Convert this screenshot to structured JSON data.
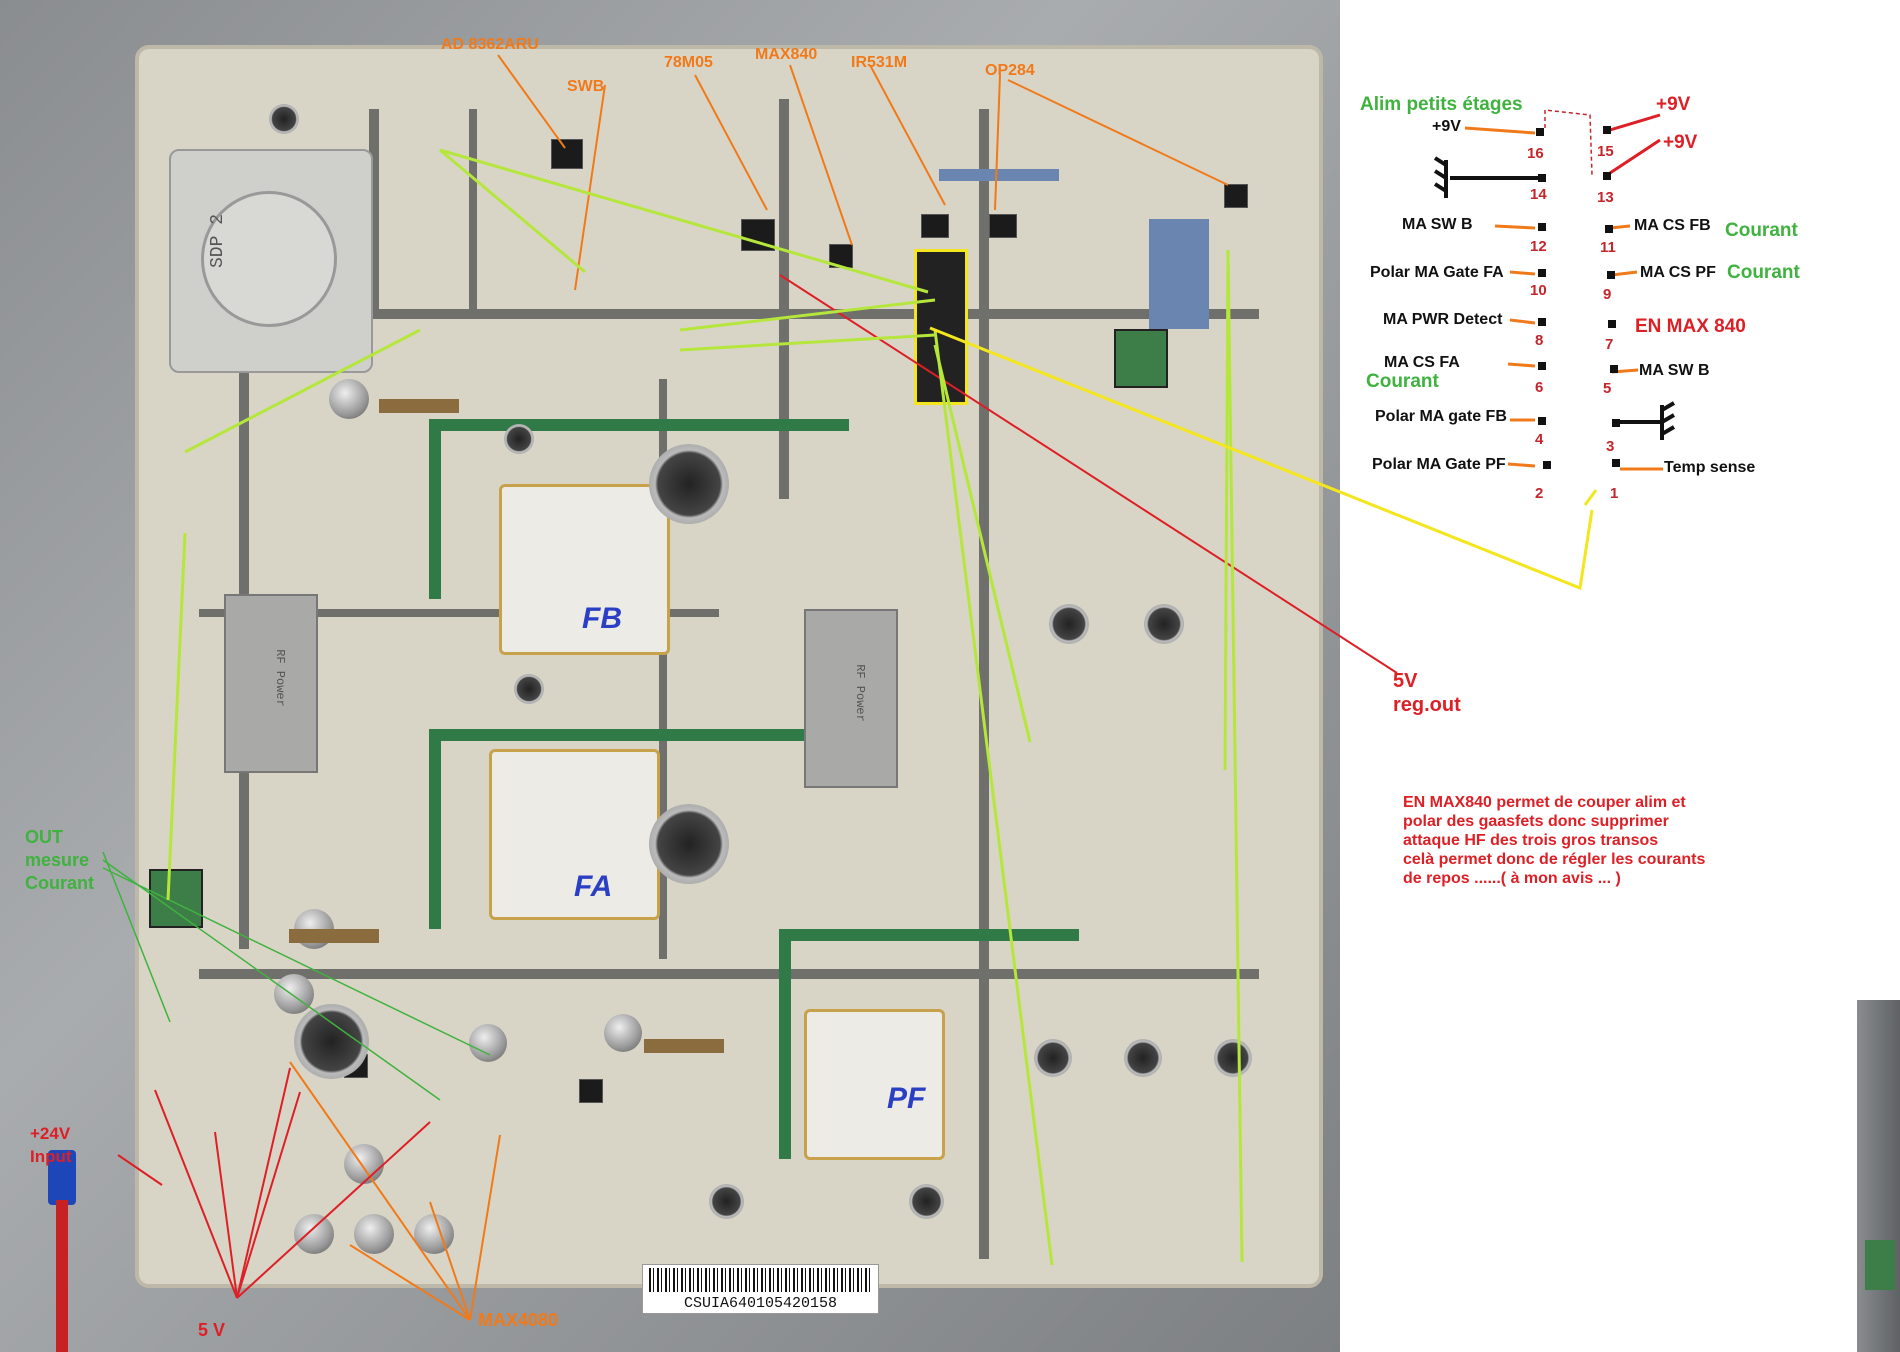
{
  "chip_labels": {
    "ad8362": "AD 8362ARU",
    "swb": "SWB",
    "m78m05": "78M05",
    "max840": "MAX840",
    "ir531m": "IR531M",
    "op284": "OP284"
  },
  "board_labels": {
    "out_mesure": "OUT\nmesure\nCourant",
    "input_24v": "+24V\nInput",
    "five_v": "5 V",
    "max4080": "MAX4080",
    "reg_out": "5V\nreg.out",
    "fb": "FB",
    "fa": "FA",
    "pf": "PF",
    "rf_power": "RF Power",
    "barcode": "CSUIA640105420158",
    "isolator": "SDP 2"
  },
  "connector": {
    "title": "Alim petits étages",
    "plus9v": "+9V",
    "plus9v_right_a": "+9V",
    "plus9v_right_b": "+9V",
    "courant_1": "Courant",
    "courant_2": "Courant",
    "courant_3": "Courant",
    "en_max840": "EN MAX 840",
    "left_pins": [
      {
        "num": "16",
        "label": "+9V"
      },
      {
        "num": "14",
        "label": ""
      },
      {
        "num": "12",
        "label": "MA SW B"
      },
      {
        "num": "10",
        "label": "Polar MA Gate FA"
      },
      {
        "num": "8",
        "label": "MA PWR Detect"
      },
      {
        "num": "6",
        "label": "MA CS FA"
      },
      {
        "num": "4",
        "label": "Polar MA gate FB"
      },
      {
        "num": "2",
        "label": "Polar MA Gate PF"
      }
    ],
    "right_pins": [
      {
        "num": "15",
        "label": ""
      },
      {
        "num": "13",
        "label": ""
      },
      {
        "num": "11",
        "label": "MA CS FB"
      },
      {
        "num": "9",
        "label": "MA CS PF"
      },
      {
        "num": "7",
        "label": ""
      },
      {
        "num": "5",
        "label": "MA SW B"
      },
      {
        "num": "3",
        "label": ""
      },
      {
        "num": "1",
        "label": "Temp sense"
      }
    ]
  },
  "note": {
    "line1": "EN MAX840 permet de couper alim et",
    "line2": "polar des gaasfets donc supprimer",
    "line3": "attaque HF des trois gros transos",
    "line4": "celà permet donc de régler les courants",
    "line5": "de repos ......( à mon avis ... )"
  },
  "colors": {
    "orange": "#f07a1a",
    "green": "#3fb23f",
    "red": "#dd1f26",
    "yellow": "#f4e61e",
    "lime": "#b5e63c"
  }
}
